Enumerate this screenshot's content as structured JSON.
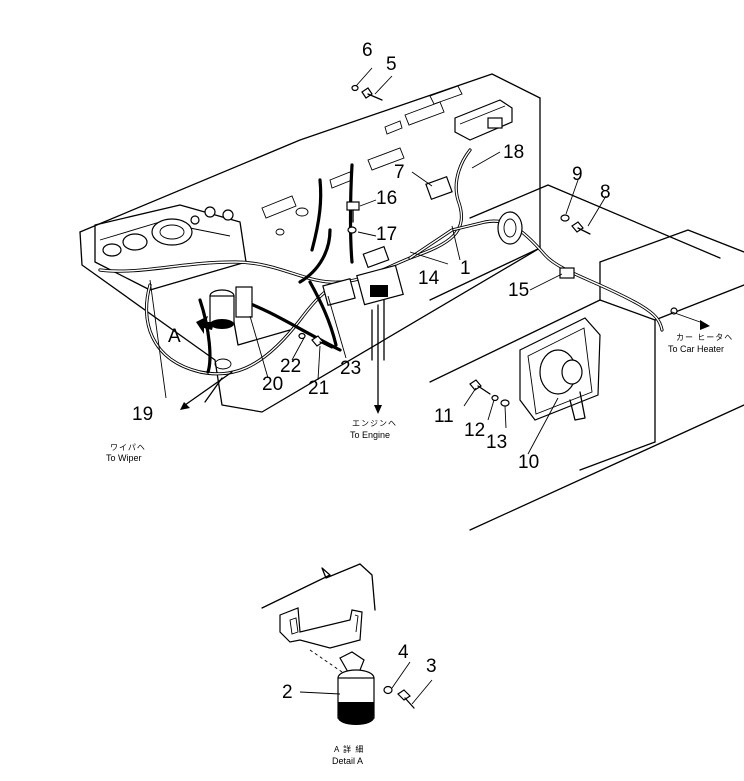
{
  "diagram": {
    "part_numbers": [
      "1",
      "2",
      "3",
      "4",
      "5",
      "6",
      "7",
      "8",
      "9",
      "10",
      "11",
      "12",
      "13",
      "14",
      "15",
      "16",
      "17",
      "18",
      "19",
      "20",
      "21",
      "22",
      "23"
    ],
    "detail_marker": "A",
    "notes": {
      "wiper_jp": "ワイパヘ",
      "wiper_en": "To  Wiper",
      "engine_jp": "エンジンヘ",
      "engine_en": "To Engine",
      "heater_jp": "カー  ヒータヘ",
      "heater_en": "To Car Heater",
      "detail_jp": "A 詳 細",
      "detail_en": "Detail A"
    }
  }
}
